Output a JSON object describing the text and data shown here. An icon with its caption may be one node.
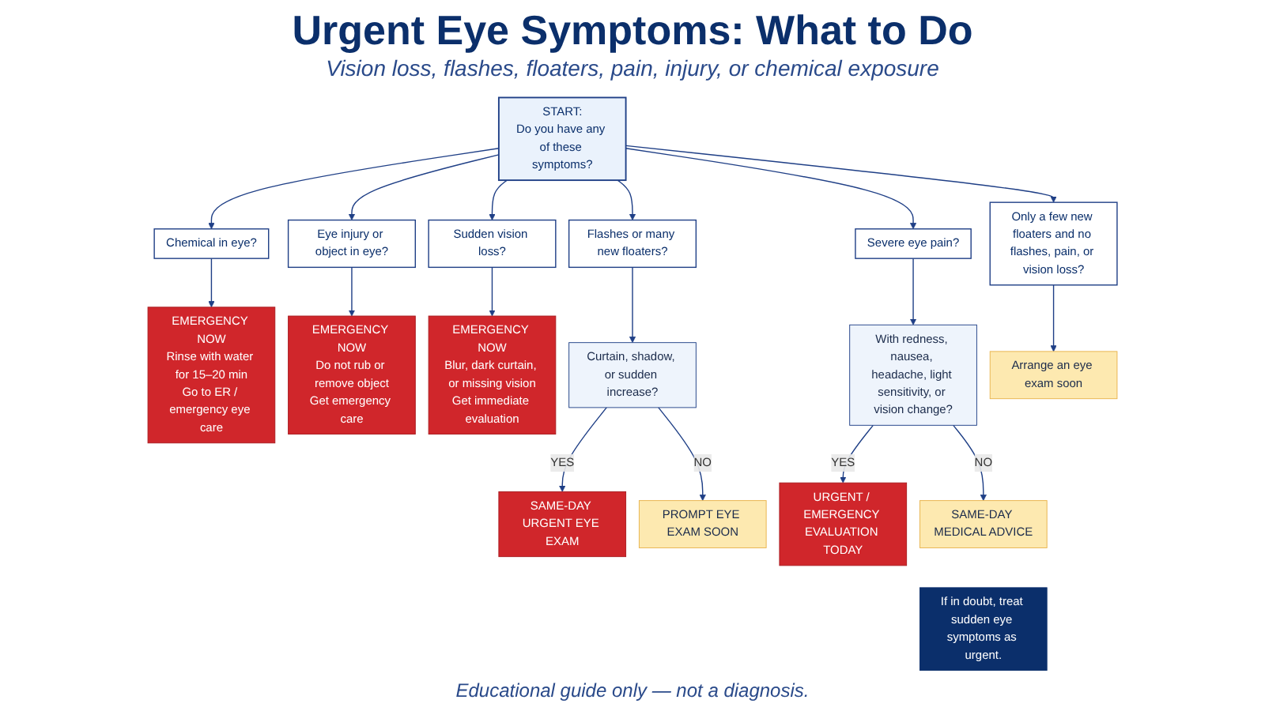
{
  "diagram": {
    "title": "Urgent Eye Symptoms: What to Do",
    "caption": "Educational guide only — not a diagnosis.",
    "nodes": [
      {
        "text": [
          "START:",
          "Do you have any of these symptoms?"
        ]
      },
      {
        "text": [
          "Chemical in eye?"
        ]
      },
      {
        "text": [
          "Eye injury or object in eye?"
        ]
      },
      {
        "text": [
          "Sudden vision loss?"
        ]
      },
      {
        "text": [
          "Flashes or many new floaters?"
        ]
      },
      {
        "text": [
          "Severe eye pain?"
        ]
      },
      {
        "text": [
          "Only a few new floaters and no flashes, pain, or vision loss?"
        ]
      },
      {
        "text": [
          "EMERGENCY NOW",
          "Rinse with water for 15–20 min",
          "Go to ER / emergency eye care"
        ]
      },
      {
        "text": [
          "EMERGENCY NOW",
          "Do not rub or remove object",
          "Get emergency care"
        ]
      },
      {
        "text": [
          "EMERGENCY NOW",
          "Blur, dark curtain, or missing vision",
          "Get immediate evaluation"
        ]
      },
      {
        "text": [
          "Curtain, shadow, or sudden increase?"
        ]
      },
      {
        "text": [
          "SAME-DAY URGENT EYE EXAM"
        ]
      },
      {
        "text": [
          "PROMPT EYE EXAM SOON"
        ]
      },
      {
        "text": [
          "With redness, nausea, headache, light sensitivity, or vision change?"
        ]
      },
      {
        "text": [
          "URGENT / EMERGENCY EVALUATION TODAY"
        ]
      },
      {
        "text": [
          "SAME-DAY MEDICAL ADVICE"
        ]
      },
      {
        "text": [
          "Arrange an eye exam soon"
        ]
      },
      {
        "text": [
          "If in doubt, treat sudden eye symptoms as urgent."
        ]
      }
    ],
    "edges": [
      {
        "from": 0,
        "to": 1,
        "arrow": "to"
      },
      {
        "from": 0,
        "to": 2,
        "arrow": "to"
      },
      {
        "from": 0,
        "to": 3,
        "arrow": "to"
      },
      {
        "from": 0,
        "to": 4,
        "arrow": "to"
      },
      {
        "from": 0,
        "to": 5,
        "arrow": "to"
      },
      {
        "from": 0,
        "to": 6,
        "arrow": "to"
      },
      {
        "from": 1,
        "to": 7,
        "arrow": "to"
      },
      {
        "from": 2,
        "to": 8,
        "arrow": "to"
      },
      {
        "from": 3,
        "to": 9,
        "arrow": "to"
      },
      {
        "from": 4,
        "to": 10,
        "arrow": "to"
      },
      {
        "from": 10,
        "to": 11,
        "arrow": "to",
        "label": "YES"
      },
      {
        "from": 10,
        "to": 12,
        "arrow": "to",
        "label": "NO"
      },
      {
        "from": 5,
        "to": 13,
        "arrow": "to"
      },
      {
        "from": 13,
        "to": 14,
        "arrow": "to",
        "label": "YES"
      },
      {
        "from": 13,
        "to": 15,
        "arrow": "to",
        "label": "NO"
      },
      {
        "from": 6,
        "to": 16,
        "arrow": "to"
      }
    ],
    "labels": [
      "Vision loss, flashes, floaters, pain, injury, or chemical exposure"
    ]
  }
}
